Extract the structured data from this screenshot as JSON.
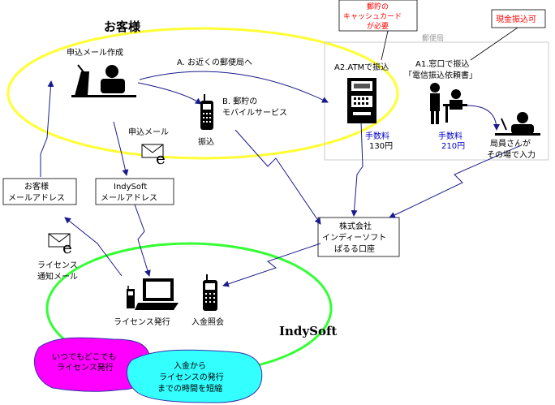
{
  "customer": {
    "title": "お客様",
    "compose_label": "申込メール作成"
  },
  "route_a": "A. お近くの郵便局へ",
  "route_b": {
    "line1": "B. 郵貯の",
    "line2": "モバイルサービス",
    "action": "振込"
  },
  "apply_mail": "申込メール",
  "post_office": {
    "label": "郵便局",
    "atm_label": "A2.ATMで振込",
    "counter_line1": "A1.窓口で振込",
    "counter_line2": "「電信振込依頼書」",
    "fee_atm": {
      "label": "手数料",
      "value": "130円"
    },
    "fee_counter": {
      "label": "手数料",
      "value": "210円"
    },
    "staff_line1": "局員さんが",
    "staff_line2": "その場で入力"
  },
  "callouts": {
    "atm_card": [
      "郵貯の",
      "キャッシュカード",
      "が必要"
    ],
    "cash_ok": "現金振込可"
  },
  "customer_address": {
    "line1": "お客様",
    "line2": "メールアドレス"
  },
  "indy_address": {
    "line1": "IndySoft",
    "line2": "メールアドレス"
  },
  "account": {
    "line1": "株式会社",
    "line2": "インディーソフト",
    "line3": "ぱるる口座"
  },
  "license_mail": {
    "line1": "ライセンス",
    "line2": "通知メール"
  },
  "indysoft": {
    "title": "IndySoft",
    "issue_label": "ライセンス発行",
    "check_label": "入金照会"
  },
  "bubble_magenta": {
    "line1": "いつでもどこでも",
    "line2": "ライセンス発行"
  },
  "bubble_cyan": {
    "line1": "入金から",
    "line2": "ライセンスの発行",
    "line3": "までの時間を短縮"
  },
  "colors": {
    "yellow_ellipse": "#ffff33",
    "green_ellipse": "#33ff33",
    "arrow": "#1a1a8c",
    "callout_text": "#ff0000",
    "fee_text": "#0000cc",
    "magenta_bubble": "#ff00ff",
    "cyan_bubble": "#33ffff",
    "post_box_border": "#cccccc"
  },
  "icons": [
    "person-at-computer-icon",
    "mobile-phone-icon",
    "email-e-icon",
    "atm-machine-icon",
    "counter-teller-icon",
    "postal-staff-icon",
    "laptop-icon",
    "printer-icon"
  ]
}
